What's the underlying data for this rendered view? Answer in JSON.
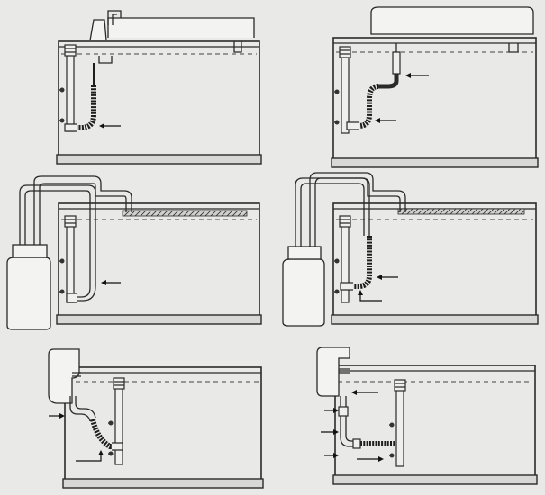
{
  "figure": {
    "panels": [
      {
        "id": "top-left",
        "setup": "hang-on-top-filter"
      },
      {
        "id": "top-right",
        "setup": "top-filter-intake"
      },
      {
        "id": "middle-left",
        "setup": "canister-filter-sponge"
      },
      {
        "id": "middle-right",
        "setup": "canister-filter-hose"
      },
      {
        "id": "bottom-left",
        "setup": "hang-on-back-filter"
      },
      {
        "id": "bottom-right",
        "setup": "hang-on-back-filter-coiled"
      }
    ],
    "colors": {
      "line": "#2a2a2a",
      "background": "#e9e9e7"
    }
  }
}
